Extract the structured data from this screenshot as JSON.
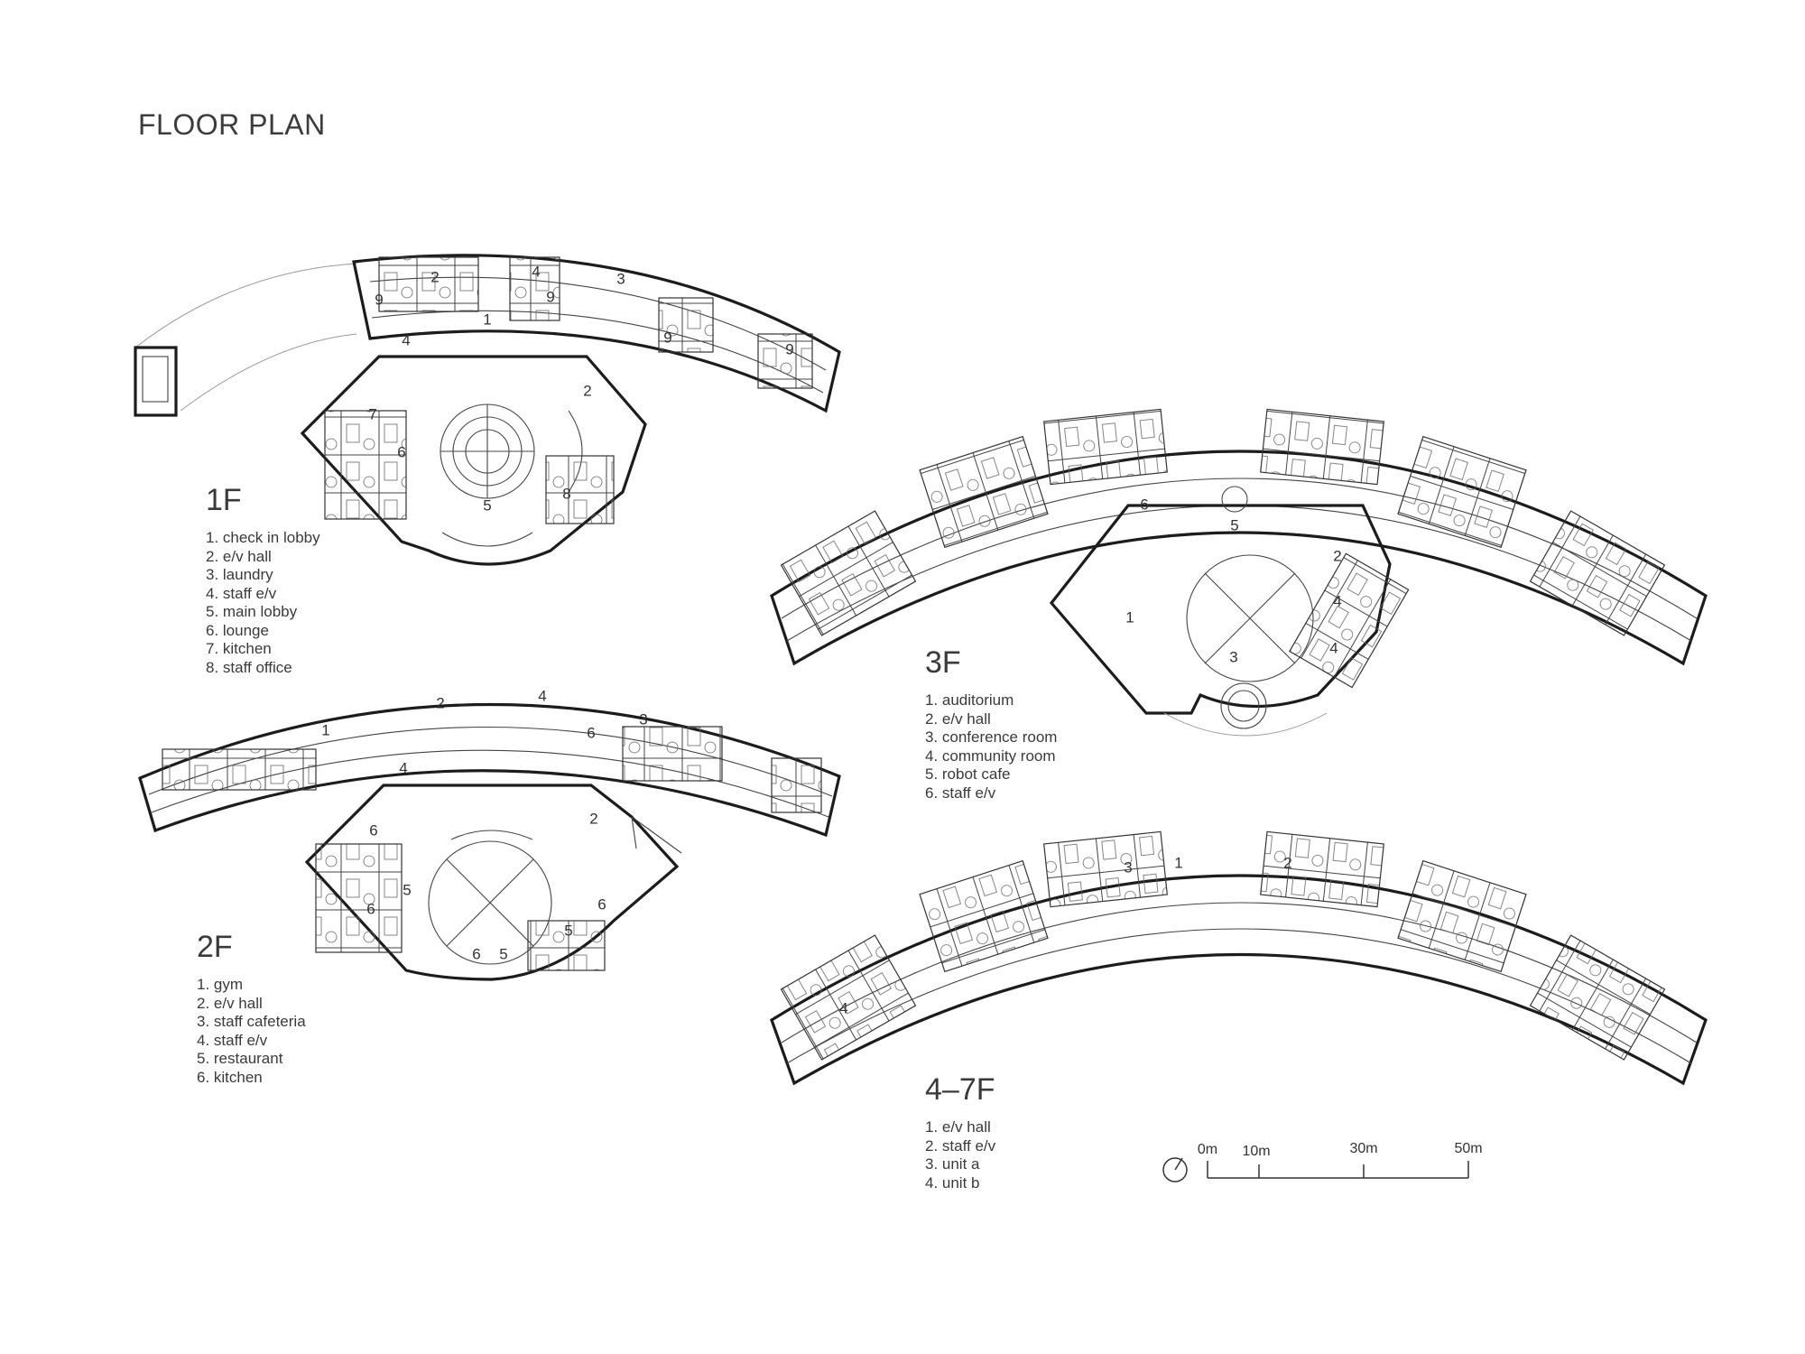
{
  "page_title": "FLOOR PLAN",
  "floors": [
    {
      "id": "1f",
      "title": "1F",
      "legend": [
        "1. check in lobby",
        "2. e/v hall",
        "3. laundry",
        "4. staff e/v",
        "5. main lobby",
        "6. lounge",
        "7. kitchen",
        "8. staff office"
      ],
      "room_labels": [
        "1",
        "2",
        "3",
        "4",
        "5",
        "6",
        "7",
        "8",
        "9",
        "9",
        "9",
        "9",
        "4",
        "2"
      ]
    },
    {
      "id": "2f",
      "title": "2F",
      "legend": [
        "1. gym",
        "2. e/v hall",
        "3. staff cafeteria",
        "4. staff e/v",
        "5. restaurant",
        "6. kitchen"
      ],
      "room_labels": [
        "1",
        "2",
        "3",
        "4",
        "4",
        "2",
        "5",
        "5",
        "5",
        "6",
        "6",
        "6",
        "6",
        "6"
      ]
    },
    {
      "id": "3f",
      "title": "3F",
      "legend": [
        "1. auditorium",
        "2. e/v hall",
        "3. conference room",
        "4. community room",
        "5. robot cafe",
        "6. staff e/v"
      ],
      "room_labels": [
        "1",
        "2",
        "3",
        "4",
        "4",
        "5",
        "6"
      ]
    },
    {
      "id": "4-7f",
      "title": "4–7F",
      "legend": [
        "1. e/v hall",
        "2. staff e/v",
        "3. unit a",
        "4. unit b"
      ],
      "room_labels": [
        "1",
        "2",
        "3",
        "4"
      ]
    }
  ],
  "scale_bar": {
    "labels": [
      "0m",
      "10m",
      "30m",
      "50m"
    ],
    "values_m": [
      0,
      10,
      30,
      50
    ],
    "icon": "north-arrow-icon"
  }
}
